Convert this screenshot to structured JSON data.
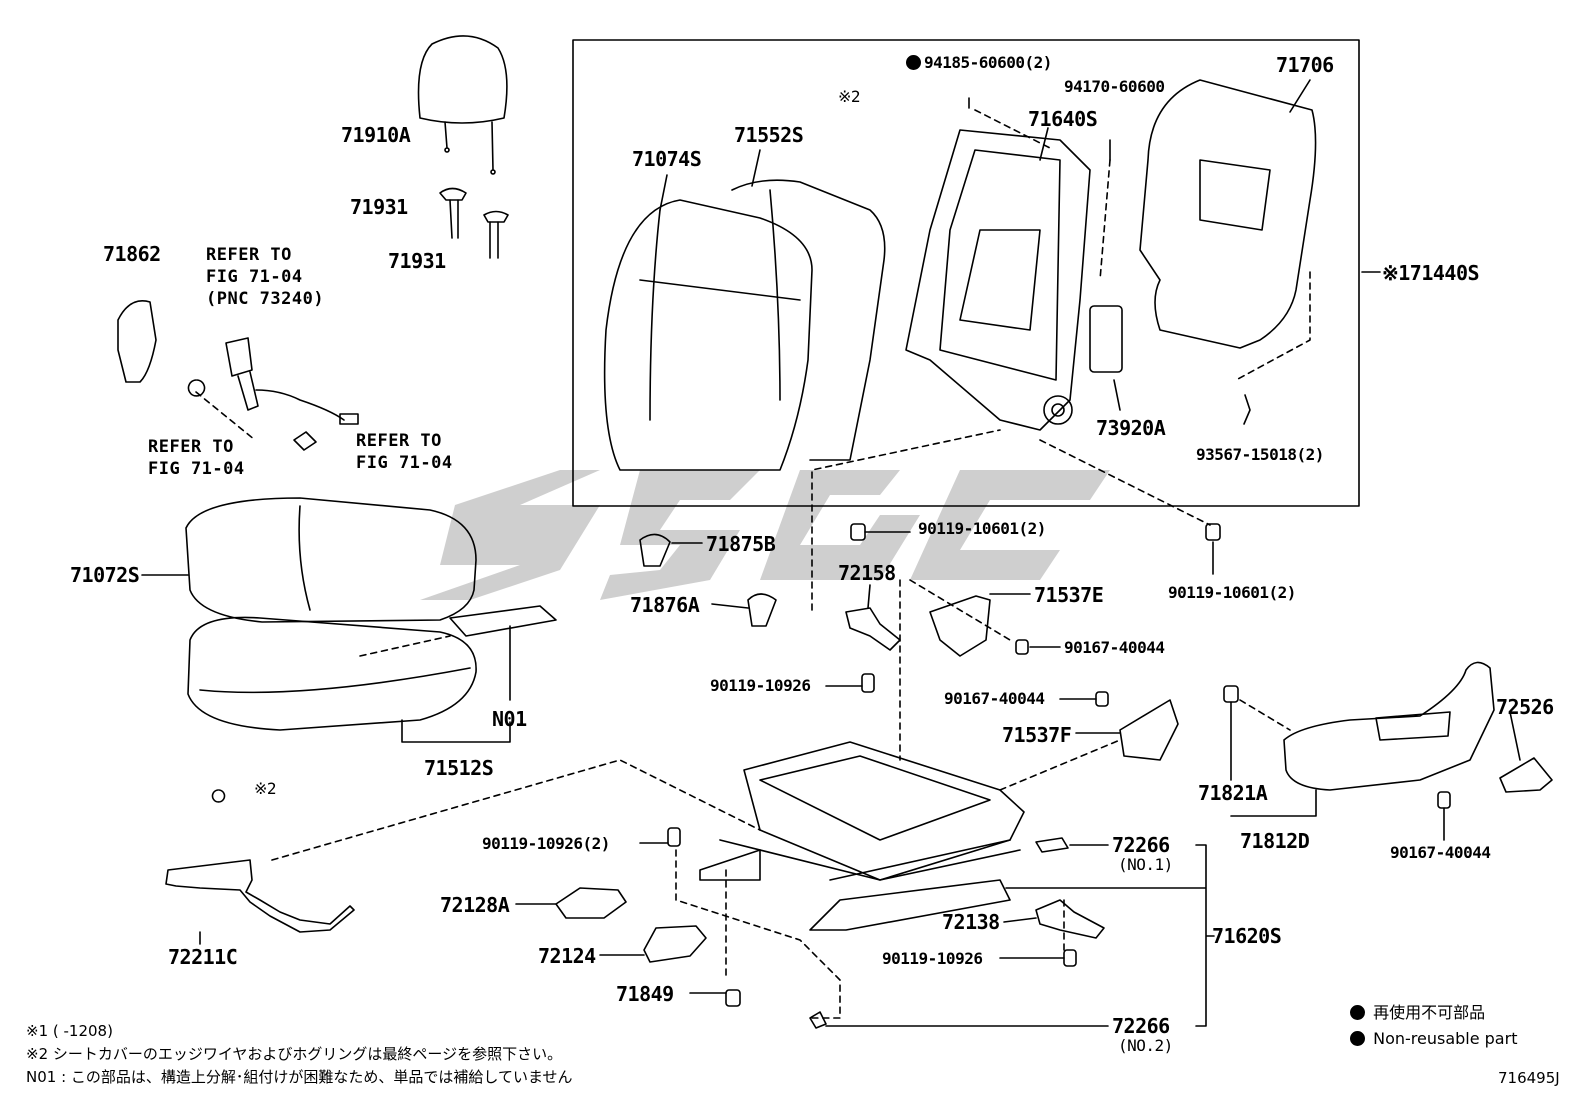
{
  "watermark": {
    "text": "SSGC",
    "color": "#c8c8c8"
  },
  "callouts": {
    "p71910A": "71910A",
    "p71931a": "71931",
    "p71931b": "71931",
    "p71862": "71862",
    "p71074S": "71074S",
    "p71552S": "71552S",
    "p94185": "94185-60600(2)",
    "p94170": "94170-60600",
    "p71640S": "71640S",
    "p71706": "71706",
    "p71440S": "※171440S",
    "p73920A": "73920A",
    "p93567": "93567-15018(2)",
    "p71072S": "71072S",
    "p71875B": "71875B",
    "p71876A": "71876A",
    "p90119_10601a": "90119-10601(2)",
    "p90119_10601b": "90119-10601(2)",
    "p72158": "72158",
    "p71537E": "71537E",
    "p90167_40044a": "90167-40044",
    "p90167_40044b": "90167-40044",
    "p90167_40044c": "90167-40044",
    "p90119_10926a": "90119-10926",
    "p90119_10926b": "90119-10926(2)",
    "p90119_10926c": "90119-10926",
    "p71537F": "71537F",
    "pN01": "N01",
    "p71512S": "71512S",
    "p72526": "72526",
    "p71821A": "71821A",
    "p71812D": "71812D",
    "p72266a": "72266",
    "p72266a_sub": "(NO.1)",
    "p72266b": "72266",
    "p72266b_sub": "(NO.2)",
    "p71620S": "71620S",
    "p72138": "72138",
    "p72128A": "72128A",
    "p72124": "72124",
    "p71849": "71849",
    "p72211C": "72211C",
    "mark2a": "※2",
    "mark2b": "※2"
  },
  "refs": {
    "ref_belt": "REFER TO\nFIG 71-04\n(PNC 73240)",
    "ref_left": "REFER TO\nFIG 71-04",
    "ref_right": "REFER TO\nFIG 71-04"
  },
  "notes": {
    "n1": "※1 (       -1208)",
    "n2": "※2 シートカバーのエッジワイヤおよびホグリングは最終ページを参照下さい。",
    "n3": "N01 : この部品は、構造上分解･組付けが困難なため、単品では補給していません"
  },
  "legend": {
    "jp": "再使用不可部品",
    "en": "Non-reusable part"
  },
  "figure_id": "716495J"
}
